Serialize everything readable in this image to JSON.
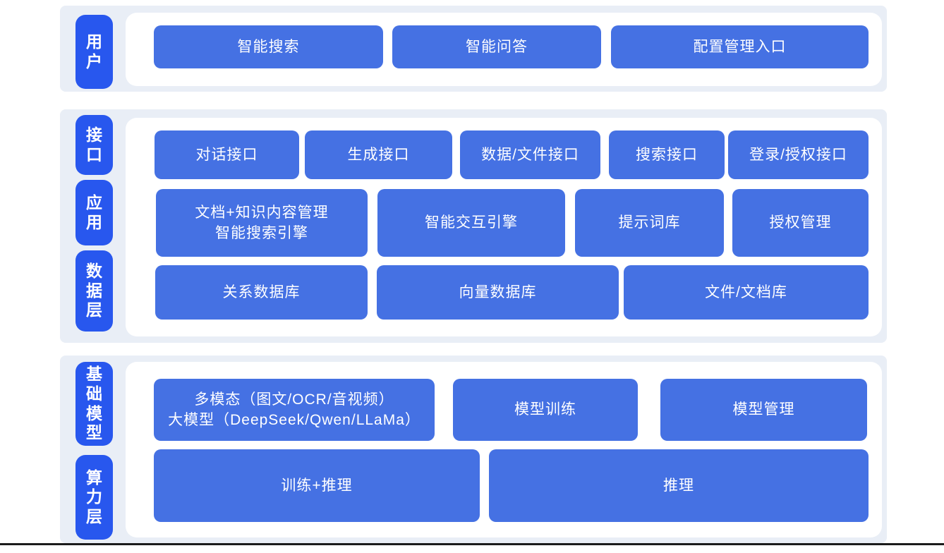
{
  "colors": {
    "page_bg": "#ffffff",
    "band_bg": "#e9eef6",
    "panel_bg": "#ffffff",
    "pill_bg": "#2857ee",
    "button_bg": "#4571e3",
    "text_on_blue": "#ffffff",
    "bottom_rule": "#1b1b1b"
  },
  "sections": [
    {
      "rows": [
        {
          "label": "用户",
          "buttons": [
            {
              "lines": [
                "智能搜索"
              ]
            },
            {
              "lines": [
                "智能问答"
              ]
            },
            {
              "lines": [
                "配置管理入口"
              ]
            }
          ]
        }
      ]
    },
    {
      "rows": [
        {
          "label": "接口",
          "buttons": [
            {
              "lines": [
                "对话接口"
              ]
            },
            {
              "lines": [
                "生成接口"
              ]
            },
            {
              "lines": [
                "数据/文件接口"
              ]
            },
            {
              "lines": [
                "搜索接口"
              ]
            },
            {
              "lines": [
                "登录/授权接口"
              ]
            }
          ]
        },
        {
          "label": "应用",
          "buttons": [
            {
              "lines": [
                "文档+知识内容管理",
                "智能搜索引擎"
              ]
            },
            {
              "lines": [
                "智能交互引擎"
              ]
            },
            {
              "lines": [
                "提示词库"
              ]
            },
            {
              "lines": [
                "授权管理"
              ]
            }
          ]
        },
        {
          "label": "数据层",
          "buttons": [
            {
              "lines": [
                "关系数据库"
              ]
            },
            {
              "lines": [
                "向量数据库"
              ]
            },
            {
              "lines": [
                "文件/文档库"
              ]
            }
          ]
        }
      ]
    },
    {
      "rows": [
        {
          "label": "基础模型",
          "buttons": [
            {
              "lines": [
                "多模态（图文/OCR/音视频）",
                "大模型（DeepSeek/Qwen/LLaMa）"
              ]
            },
            {
              "lines": [
                "模型训练"
              ]
            },
            {
              "lines": [
                "模型管理"
              ]
            }
          ]
        },
        {
          "label": "算力层",
          "buttons": [
            {
              "lines": [
                "训练+推理"
              ]
            },
            {
              "lines": [
                "推理"
              ]
            }
          ]
        }
      ]
    }
  ]
}
